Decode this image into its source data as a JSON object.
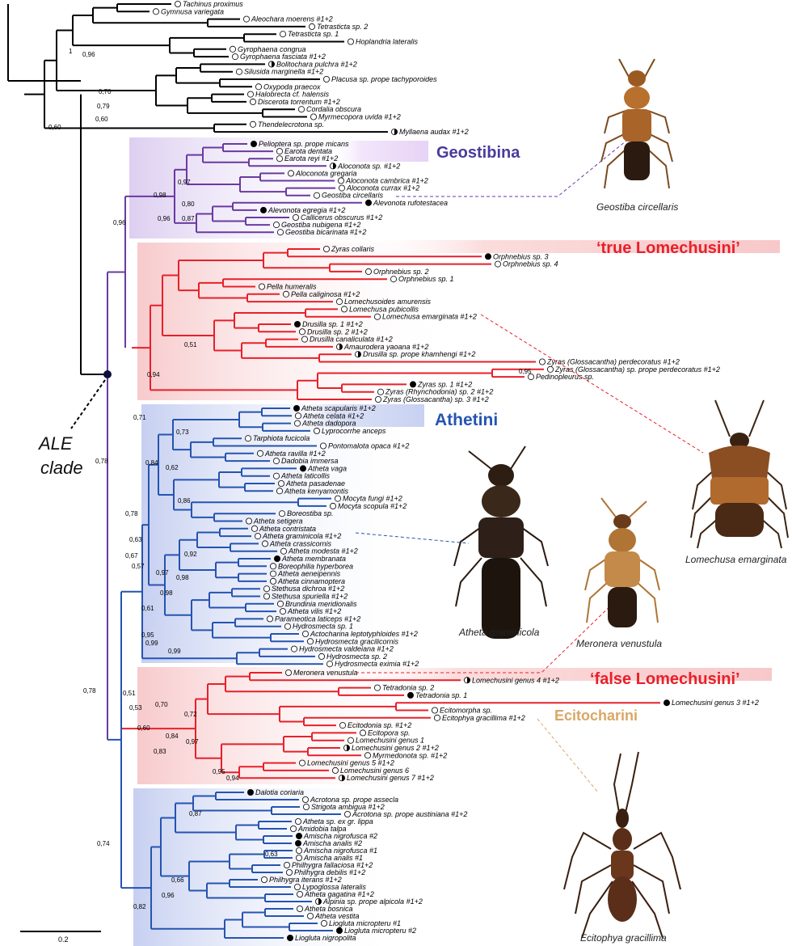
{
  "colors": {
    "geostibina": "#6a3aa0",
    "true_lomechusini": "#e8202a",
    "athetini": "#2554b0",
    "false_lomechusini": "#e8202a",
    "ecitocharini": "#d9a766",
    "basal": "#000000"
  },
  "clade_titles": {
    "geostibina": "Geostibina",
    "true_lomechusini": "‘true Lomechusini’",
    "athetini": "Athetini",
    "false_lomechusini": "‘false Lomechusini’",
    "ecitocharini": "Ecitocharini"
  },
  "ale_label_line1": "ALE",
  "ale_label_line2": "clade",
  "scale_bar_label": "0.2",
  "photo_captions": {
    "geostiba": "Geostiba circellaris",
    "lomechusa": "Lomechusa emarginata",
    "atheta": "Atheta graminicola",
    "meronera": "Meronera venustula",
    "ecitophya": "Ecitophya gracillima"
  },
  "tips": {
    "basal": [
      {
        "name": "Tachinus proximus",
        "sym": "open"
      },
      {
        "name": "Gymnusa variegata",
        "sym": "open"
      },
      {
        "name": "Aleochara moerens #1+2",
        "sym": "open"
      },
      {
        "name": "Tetrasticta sp. 2",
        "sym": "open"
      },
      {
        "name": "Tetrasticta sp. 1",
        "sym": "open"
      },
      {
        "name": "Hoplandria lateralis",
        "sym": "open"
      },
      {
        "name": "Gyrophaena congrua",
        "sym": "open"
      },
      {
        "name": "Gyrophaena fasciata #1+2",
        "sym": "open"
      },
      {
        "name": "Bolitochara pulchra #1+2",
        "sym": "half"
      },
      {
        "name": "Silusida marginella #1+2",
        "sym": "open"
      },
      {
        "name": "Placusa sp. prope tachyporoides",
        "sym": "open"
      },
      {
        "name": "Oxypoda praecox",
        "sym": "open"
      },
      {
        "name": "Halobrecta cf. halensis",
        "sym": "open"
      },
      {
        "name": "Discerota torrentum #1+2",
        "sym": "open"
      },
      {
        "name": "Cordalia obscura",
        "sym": "open"
      },
      {
        "name": "Myrmecopora uvida #1+2",
        "sym": "open"
      },
      {
        "name": "Thendelecrotona sp.",
        "sym": "open"
      },
      {
        "name": "Myllaena audax #1+2",
        "sym": "half"
      }
    ],
    "geostibina": [
      {
        "name": "Pelioptera sp. prope micans",
        "sym": "filled"
      },
      {
        "name": "Earota dentata",
        "sym": "open"
      },
      {
        "name": "Earota reyi #1+2",
        "sym": "open"
      },
      {
        "name": "Aloconota sp. #1+2",
        "sym": "half"
      },
      {
        "name": "Aloconota gregaria",
        "sym": "open"
      },
      {
        "name": "Aloconota cambrica #1+2",
        "sym": "open"
      },
      {
        "name": "Aloconota currax #1+2",
        "sym": "open"
      },
      {
        "name": "Geostiba circellaris",
        "sym": "open"
      },
      {
        "name": "Alevonota rufotestacea",
        "sym": "filled"
      },
      {
        "name": "Alevonota egregia #1+2",
        "sym": "filled"
      },
      {
        "name": "Callicerus obscurus #1+2",
        "sym": "open"
      },
      {
        "name": "Geostiba nubigena #1+2",
        "sym": "open"
      },
      {
        "name": "Geostiba bicarinata #1+2",
        "sym": "open"
      }
    ],
    "true_lomechusini": [
      {
        "name": "Zyras collaris",
        "sym": "open"
      },
      {
        "name": "Orphnebius sp. 3",
        "sym": "filled"
      },
      {
        "name": "Orphnebius sp. 4",
        "sym": "open"
      },
      {
        "name": "Orphnebius sp. 2",
        "sym": "open"
      },
      {
        "name": "Orphnebius sp. 1",
        "sym": "open"
      },
      {
        "name": "Pella humeralis",
        "sym": "open"
      },
      {
        "name": "Pella caliginosa #1+2",
        "sym": "open"
      },
      {
        "name": "Lomechusoides amurensis",
        "sym": "open"
      },
      {
        "name": "Lomechusa pubicollis",
        "sym": "open"
      },
      {
        "name": "Lomechusa emarginata #1+2",
        "sym": "open"
      },
      {
        "name": "Drusilla sp. 1 #1+2",
        "sym": "filled"
      },
      {
        "name": "Drusilla sp. 2 #1+2",
        "sym": "open"
      },
      {
        "name": "Drusilla canaliculata #1+2",
        "sym": "open"
      },
      {
        "name": "Amaurodera yaoana #1+2",
        "sym": "half"
      },
      {
        "name": "Drusilla sp. prope khamhengi #1+2",
        "sym": "half"
      },
      {
        "name": "Zyras (Glossacantha) perdecoratus #1+2",
        "sym": "open"
      },
      {
        "name": "Zyras (Glossacantha) sp. prope perdecoratus #1+2",
        "sym": "open"
      },
      {
        "name": "Pedinopleurus sp.",
        "sym": "open"
      },
      {
        "name": "Zyras sp. 1 #1+2",
        "sym": "filled"
      },
      {
        "name": "Zyras (Rhynchodonia) sp. 2 #1+2",
        "sym": "open"
      },
      {
        "name": "Zyras (Glossacantha) sp. 3 #1+2",
        "sym": "open"
      }
    ],
    "athetini": [
      {
        "name": "Atheta scapularis #1+2",
        "sym": "filled"
      },
      {
        "name": "Atheta celata #1+2",
        "sym": "open"
      },
      {
        "name": "Atheta dadopora",
        "sym": "open"
      },
      {
        "name": "Lyprocorrhe anceps",
        "sym": "open"
      },
      {
        "name": "Tarphiota fucicola",
        "sym": "open"
      },
      {
        "name": "Pontomalota opaca #1+2",
        "sym": "open"
      },
      {
        "name": "Atheta ravilla #1+2",
        "sym": "open"
      },
      {
        "name": "Dadobia immersa",
        "sym": "open"
      },
      {
        "name": "Atheta vaga",
        "sym": "filled"
      },
      {
        "name": "Atheta laticollis",
        "sym": "open"
      },
      {
        "name": "Atheta pasadenae",
        "sym": "open"
      },
      {
        "name": "Atheta kenyamontis",
        "sym": "open"
      },
      {
        "name": "Mocyta fungi #1+2",
        "sym": "open"
      },
      {
        "name": "Mocyta scopula #1+2",
        "sym": "open"
      },
      {
        "name": "Boreostiba sp.",
        "sym": "open"
      },
      {
        "name": "Atheta setigera",
        "sym": "open"
      },
      {
        "name": "Atheta contristata",
        "sym": "open"
      },
      {
        "name": "Atheta graminicola #1+2",
        "sym": "open"
      },
      {
        "name": "Atheta crassicornis",
        "sym": "open"
      },
      {
        "name": "Atheta modesta #1+2",
        "sym": "open"
      },
      {
        "name": "Atheta membranata",
        "sym": "filled"
      },
      {
        "name": "Boreophilia hyperborea",
        "sym": "open"
      },
      {
        "name": "Atheta aeneipennis",
        "sym": "open"
      },
      {
        "name": "Atheta cinnamoptera",
        "sym": "open"
      },
      {
        "name": "Stethusa dichroa #1+2",
        "sym": "open"
      },
      {
        "name": "Stethusa spuriella #1+2",
        "sym": "open"
      },
      {
        "name": "Brundinia meridionalis",
        "sym": "open"
      },
      {
        "name": "Atheta vilis #1+2",
        "sym": "open"
      },
      {
        "name": "Parameotica laticeps #1+2",
        "sym": "open"
      },
      {
        "name": "Hydrosmecta sp. 1",
        "sym": "open"
      },
      {
        "name": "Actocharina leptotyphloides #1+2",
        "sym": "open"
      },
      {
        "name": "Hydrosmecta gracilicornis",
        "sym": "open"
      },
      {
        "name": "Hydrosmecta valdeiana #1+2",
        "sym": "open"
      },
      {
        "name": "Hydrosmecta sp. 2",
        "sym": "open"
      },
      {
        "name": "Hydrosmecta eximia #1+2",
        "sym": "open"
      }
    ],
    "false_lomechusini": [
      {
        "name": "Meronera venustula",
        "sym": "open"
      },
      {
        "name": "Lomechusini genus 4 #1+2",
        "sym": "half"
      },
      {
        "name": "Tetradonia sp. 2",
        "sym": "open"
      },
      {
        "name": "Tetradonia sp. 1",
        "sym": "filled"
      },
      {
        "name": "Lomechusini genus 3 #1+2",
        "sym": "filled"
      },
      {
        "name": "Ecitomorpha sp.",
        "sym": "open"
      },
      {
        "name": "Ecitophya gracillima #1+2",
        "sym": "open"
      },
      {
        "name": "Ecitodonia sp. #1+2",
        "sym": "open"
      },
      {
        "name": "Ecitopora sp.",
        "sym": "open"
      },
      {
        "name": "Lomechusini genus 1",
        "sym": "open"
      },
      {
        "name": "Lomechusini genus 2 #1+2",
        "sym": "half"
      },
      {
        "name": "Myrmedonota sp. #1+2",
        "sym": "open"
      },
      {
        "name": "Lomechusini genus 5 #1+2",
        "sym": "open"
      },
      {
        "name": "Lomechusini genus 6",
        "sym": "open"
      },
      {
        "name": "Lomechusini genus 7 #1+2",
        "sym": "half"
      }
    ],
    "athetini2": [
      {
        "name": "Dalotia coriaria",
        "sym": "filled"
      },
      {
        "name": "Acrotona sp. prope assecla",
        "sym": "open"
      },
      {
        "name": "Strigota ambigua #1+2",
        "sym": "open"
      },
      {
        "name": "Acrotona sp. prope austiniana #1+2",
        "sym": "open"
      },
      {
        "name": "Atheta sp. ex gr. lippa",
        "sym": "open"
      },
      {
        "name": "Amidobia talpa",
        "sym": "open"
      },
      {
        "name": "Amischa nigrofusca #2",
        "sym": "filled"
      },
      {
        "name": "Amischa analis #2",
        "sym": "filled"
      },
      {
        "name": "Amischa nigrofusca #1",
        "sym": "open"
      },
      {
        "name": "Amischa analis #1",
        "sym": "open"
      },
      {
        "name": "Philhygra fallaciosa #1+2",
        "sym": "open"
      },
      {
        "name": "Philhygra debilis #1+2",
        "sym": "open"
      },
      {
        "name": "Philhygra iterans #1+2",
        "sym": "open"
      },
      {
        "name": "Lypoglossa lateralis",
        "sym": "open"
      },
      {
        "name": "Atheta gagatina #1+2",
        "sym": "open"
      },
      {
        "name": "Alpinia sp. prope alpicola #1+2",
        "sym": "half"
      },
      {
        "name": "Atheta bosnica",
        "sym": "open"
      },
      {
        "name": "Atheta vestita",
        "sym": "open"
      },
      {
        "name": "Liogluta micropteru #1",
        "sym": "open"
      },
      {
        "name": "Liogluta micropteru #2",
        "sym": "filled"
      },
      {
        "name": "Liogluta nigropolita",
        "sym": "filled"
      }
    ]
  },
  "support_values": [
    "1",
    "0,96",
    "0,70",
    "0,79",
    "0,60",
    "0,60",
    "0,97",
    "0,98",
    "0,80",
    "0,96",
    "0,87",
    "0,96",
    "0,51",
    "0,94",
    "0,95",
    "0,71",
    "0,73",
    "0,78",
    "0,84",
    "0,62",
    "0,86",
    "0,78",
    "0,63",
    "0,67",
    "0,92",
    "0,57",
    "0,97",
    "0,98",
    "0,98",
    "0,61",
    "0,95",
    "0,99",
    "0,99",
    "0,78",
    "0,51",
    "0,53",
    "0,70",
    "0,72",
    "0,60",
    "0,84",
    "0,97",
    "0,83",
    "0,95",
    "0,94",
    "0,87",
    "0,74",
    "0,63",
    "0,66",
    "0,96",
    "0,82"
  ]
}
